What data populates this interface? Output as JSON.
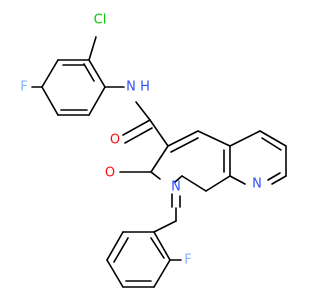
{
  "molecule": {
    "atoms": {
      "cl": {
        "text": "Cl",
        "color": "#00cc00"
      },
      "f_top": {
        "text": "F",
        "color": "#7fb2ff"
      },
      "nh": {
        "text": "N",
        "color": "#3050f8"
      },
      "h": {
        "text": "H",
        "color": "#3050f8"
      },
      "o_amide": {
        "text": "O",
        "color": "#ff0d0d"
      },
      "o_ring": {
        "text": "O",
        "color": "#ff0d0d"
      },
      "n_ring": {
        "text": "N",
        "color": "#3050f8"
      },
      "n_pyr": {
        "text": "N",
        "color": "#3050f8"
      },
      "f_bottom": {
        "text": "F",
        "color": "#7fb2ff"
      }
    }
  }
}
